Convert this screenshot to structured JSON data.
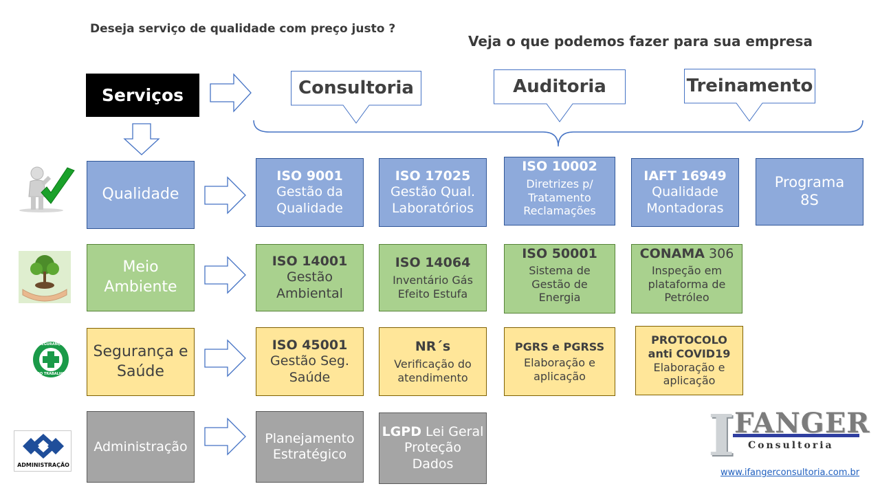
{
  "header": {
    "question": "Deseja serviço de qualidade com preço justo ?",
    "tagline": "Veja o que podemos fazer para sua empresa"
  },
  "services_label": "Serviços",
  "offerings": [
    "Consultoria",
    "Auditoria",
    "Treinamento"
  ],
  "categories": {
    "qualidade": "Qualidade",
    "meio_ambiente_1": "Meio",
    "meio_ambiente_2": "Ambiente",
    "seguranca_1": "Segurança e",
    "seguranca_2": "Saúde",
    "administracao": "Administração"
  },
  "qualidade_items": {
    "iso9001": {
      "code": "ISO 9001",
      "l1": "Gestão da",
      "l2": "Qualidade"
    },
    "iso17025": {
      "code": "ISO 17025",
      "l1": "Gestão Qual.",
      "l2": "Laboratórios"
    },
    "iso10002": {
      "code": "ISO 10002",
      "l1": "Diretrizes p/",
      "l2": "Tratamento",
      "l3": "Reclamações"
    },
    "iaft16949": {
      "code": "IAFT 16949",
      "l1": "Qualidade",
      "l2": "Montadoras"
    },
    "programa8s": {
      "l1": "Programa",
      "l2": "8S"
    }
  },
  "ambiente_items": {
    "iso14001": {
      "code": "ISO 14001",
      "l1": "Gestão",
      "l2": "Ambiental"
    },
    "iso14064": {
      "code": "ISO 14064",
      "l1": "Inventário Gás",
      "l2": "Efeito Estufa"
    },
    "iso50001": {
      "code": "ISO 50001",
      "l1": "Sistema de",
      "l2": "Gestão de",
      "l3": "Energia"
    },
    "conama": {
      "code": "CONAMA",
      "num": " 306",
      "l1": "Inspeção em",
      "l2": "plataforma de",
      "l3": "Petróleo"
    }
  },
  "seguranca_items": {
    "iso45001": {
      "code": "ISO 45001",
      "l1": "Gestão Seg.",
      "l2": "Saúde"
    },
    "nrs": {
      "code": "NR´s",
      "l1": "Verificação do",
      "l2": "atendimento"
    },
    "pgrs": {
      "code": "PGRS e PGRSS",
      "l1": "Elaboração e",
      "l2": "aplicação"
    },
    "protocolo": {
      "code1": "PROTOCOLO",
      "code2": "anti COVID19",
      "l1": "Elaboração e",
      "l2": "aplicação"
    }
  },
  "admin_items": {
    "planejamento": {
      "l1": "Planejamento",
      "l2": "Estratégico"
    },
    "lgpd": {
      "code": "LGPD",
      "rest": " Lei Geral",
      "l1": "Proteção",
      "l2": "Dados"
    }
  },
  "icons": {
    "qualidade": "checkmark-person-icon",
    "meio_ambiente": "plant-in-hands-icon",
    "seguranca": "safety-cross-icon",
    "administracao": "administracao-logo-icon"
  },
  "icon_labels": {
    "seguranca_ring_top": "SEGURANÇA",
    "seguranca_ring_bottom": "DO TRABALHO",
    "admin_logo": "ADMINISTRAÇÃO"
  },
  "logo": {
    "initial": "I",
    "name": "FANGER",
    "subtitle": "Consultoria"
  },
  "website": "www.ifangerconsultoria.com.br",
  "colors": {
    "qualidade": "#8eaadb",
    "meio_ambiente": "#a9d18e",
    "seguranca": "#ffe699",
    "administracao": "#a5a5a5",
    "servicos": "#000000",
    "outline": "#2f5597",
    "logo_bar": "#2f3fa0"
  }
}
